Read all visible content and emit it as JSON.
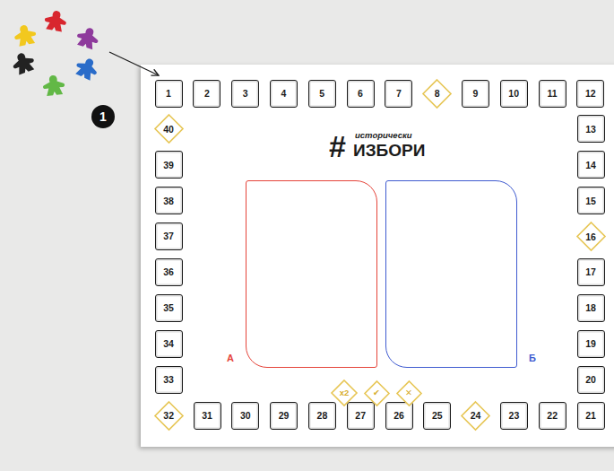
{
  "diagram": {
    "nodes": [
      {
        "text": [
          "1"
        ]
      },
      {
        "text": [
          "1"
        ]
      },
      {
        "text": [
          "2"
        ]
      },
      {
        "text": [
          "3"
        ]
      },
      {
        "text": [
          "4"
        ]
      },
      {
        "text": [
          "5"
        ]
      },
      {
        "text": [
          "6"
        ]
      },
      {
        "text": [
          "7"
        ]
      },
      {
        "text": [
          "8"
        ]
      },
      {
        "text": [
          "9"
        ]
      },
      {
        "text": [
          "10"
        ]
      },
      {
        "text": [
          "11"
        ]
      },
      {
        "text": [
          "12"
        ]
      },
      {
        "text": [
          "13"
        ]
      },
      {
        "text": [
          "14"
        ]
      },
      {
        "text": [
          "15"
        ]
      },
      {
        "text": [
          "16"
        ]
      },
      {
        "text": [
          "17"
        ]
      },
      {
        "text": [
          "18"
        ]
      },
      {
        "text": [
          "19"
        ]
      },
      {
        "text": [
          "20"
        ]
      },
      {
        "text": [
          "21"
        ]
      },
      {
        "text": [
          "22"
        ]
      },
      {
        "text": [
          "23"
        ]
      },
      {
        "text": [
          "24"
        ]
      },
      {
        "text": [
          "25"
        ]
      },
      {
        "text": [
          "26"
        ]
      },
      {
        "text": [
          "27"
        ]
      },
      {
        "text": [
          "28"
        ]
      },
      {
        "text": [
          "29"
        ]
      },
      {
        "text": [
          "30"
        ]
      },
      {
        "text": [
          "31"
        ]
      },
      {
        "text": [
          "32"
        ]
      },
      {
        "text": [
          "33"
        ]
      },
      {
        "text": [
          "34"
        ]
      },
      {
        "text": [
          "35"
        ]
      },
      {
        "text": [
          "36"
        ]
      },
      {
        "text": [
          "37"
        ]
      },
      {
        "text": [
          "38"
        ]
      },
      {
        "text": [
          "39"
        ]
      },
      {
        "text": [
          "40"
        ]
      },
      {
        "text": [
          "А"
        ]
      },
      {
        "text": [
          "Б"
        ]
      },
      {
        "text": [
          "x2"
        ]
      },
      {
        "text": [
          "✔"
        ]
      },
      {
        "text": [
          "✕"
        ]
      }
    ],
    "labels": [
      "#",
      "исторически",
      "ИЗБОРИ"
    ]
  }
}
